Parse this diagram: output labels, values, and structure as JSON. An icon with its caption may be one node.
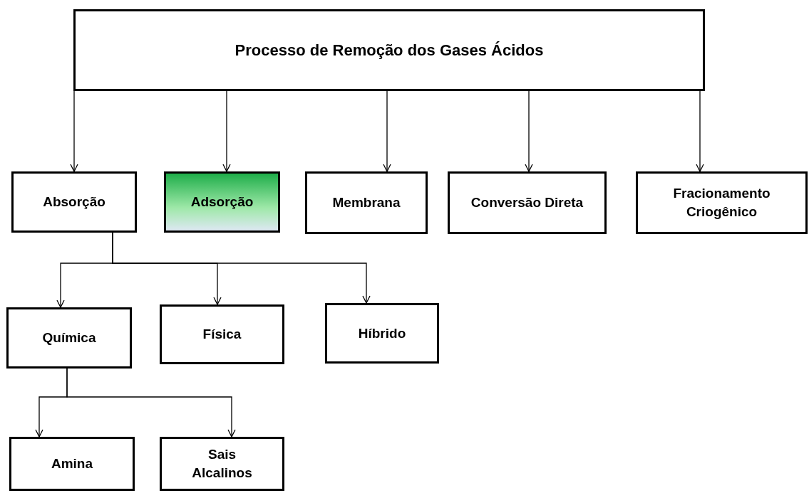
{
  "diagram": {
    "nodes": [
      {
        "text": [
          "Processo de Remoção dos Gases Ácidos"
        ]
      },
      {
        "text": [
          "Absorção"
        ]
      },
      {
        "text": [
          "Adsorção"
        ]
      },
      {
        "text": [
          "Membrana"
        ]
      },
      {
        "text": [
          "Conversão Direta"
        ]
      },
      {
        "text": [
          "Fracionamento Criogênico"
        ]
      },
      {
        "text": [
          "Química"
        ]
      },
      {
        "text": [
          "Física"
        ]
      },
      {
        "text": [
          "Híbrido"
        ]
      },
      {
        "text": [
          "Amina"
        ]
      },
      {
        "text": [
          "Sais Alcalinos"
        ]
      }
    ],
    "edges": [
      {
        "from": 0,
        "to": 1,
        "arrow": "to"
      },
      {
        "from": 0,
        "to": 2,
        "arrow": "to"
      },
      {
        "from": 0,
        "to": 3,
        "arrow": "to"
      },
      {
        "from": 0,
        "to": 4,
        "arrow": "to"
      },
      {
        "from": 0,
        "to": 5,
        "arrow": "to"
      },
      {
        "from": 1,
        "to": 6,
        "arrow": "to"
      },
      {
        "from": 1,
        "to": 7,
        "arrow": "to"
      },
      {
        "from": 1,
        "to": 8,
        "arrow": "to"
      },
      {
        "from": 6,
        "to": 9,
        "arrow": "to"
      },
      {
        "from": 6,
        "to": 10,
        "arrow": "to"
      }
    ]
  }
}
